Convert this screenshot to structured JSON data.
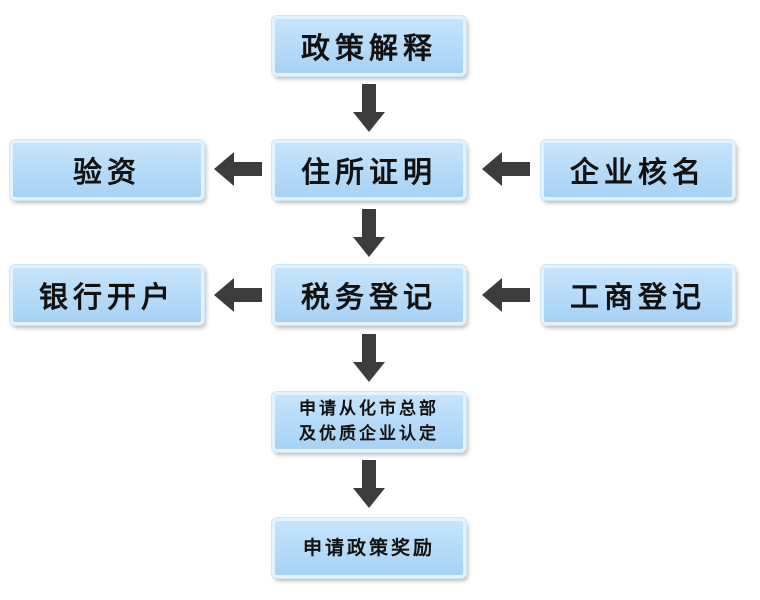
{
  "nodes": {
    "policy": "政策解释",
    "address": "住所证明",
    "capital": "验资",
    "name_check": "企业核名",
    "tax": "税务登记",
    "bank": "银行开户",
    "business": "工商登记",
    "hq_line1": "申请从化市总部",
    "hq_line2": "及优质企业认定",
    "reward": "申请政策奖励"
  },
  "colors": {
    "box_fill": "#b6daf7",
    "box_border": "#e4f2fd",
    "arrow": "#3c3c3c"
  }
}
